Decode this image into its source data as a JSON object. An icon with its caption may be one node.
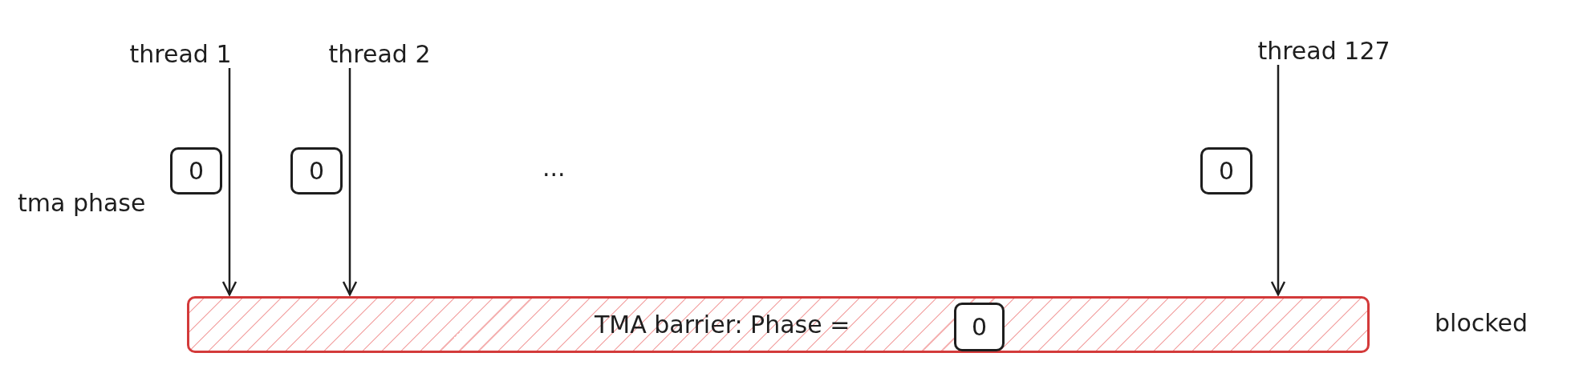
{
  "diagram": {
    "nodes": [
      {
        "text": [
          "thread 1"
        ]
      },
      {
        "text": [
          "thread 2"
        ]
      },
      {
        "text": [
          "thread 127"
        ]
      },
      {
        "text": [
          "0"
        ]
      },
      {
        "text": [
          "0"
        ]
      },
      {
        "text": [
          "0"
        ]
      },
      {
        "text": [
          "TMA barrier: Phase ="
        ]
      },
      {
        "text": [
          "0"
        ],
        "in": 6
      }
    ],
    "edges": [
      {
        "from": 0,
        "to": 6,
        "arrow": "to"
      },
      {
        "from": 1,
        "to": 6,
        "arrow": "to"
      },
      {
        "from": 2,
        "to": 6,
        "arrow": "to"
      }
    ],
    "labels": [
      "...",
      "tma phase",
      "blocked"
    ]
  }
}
